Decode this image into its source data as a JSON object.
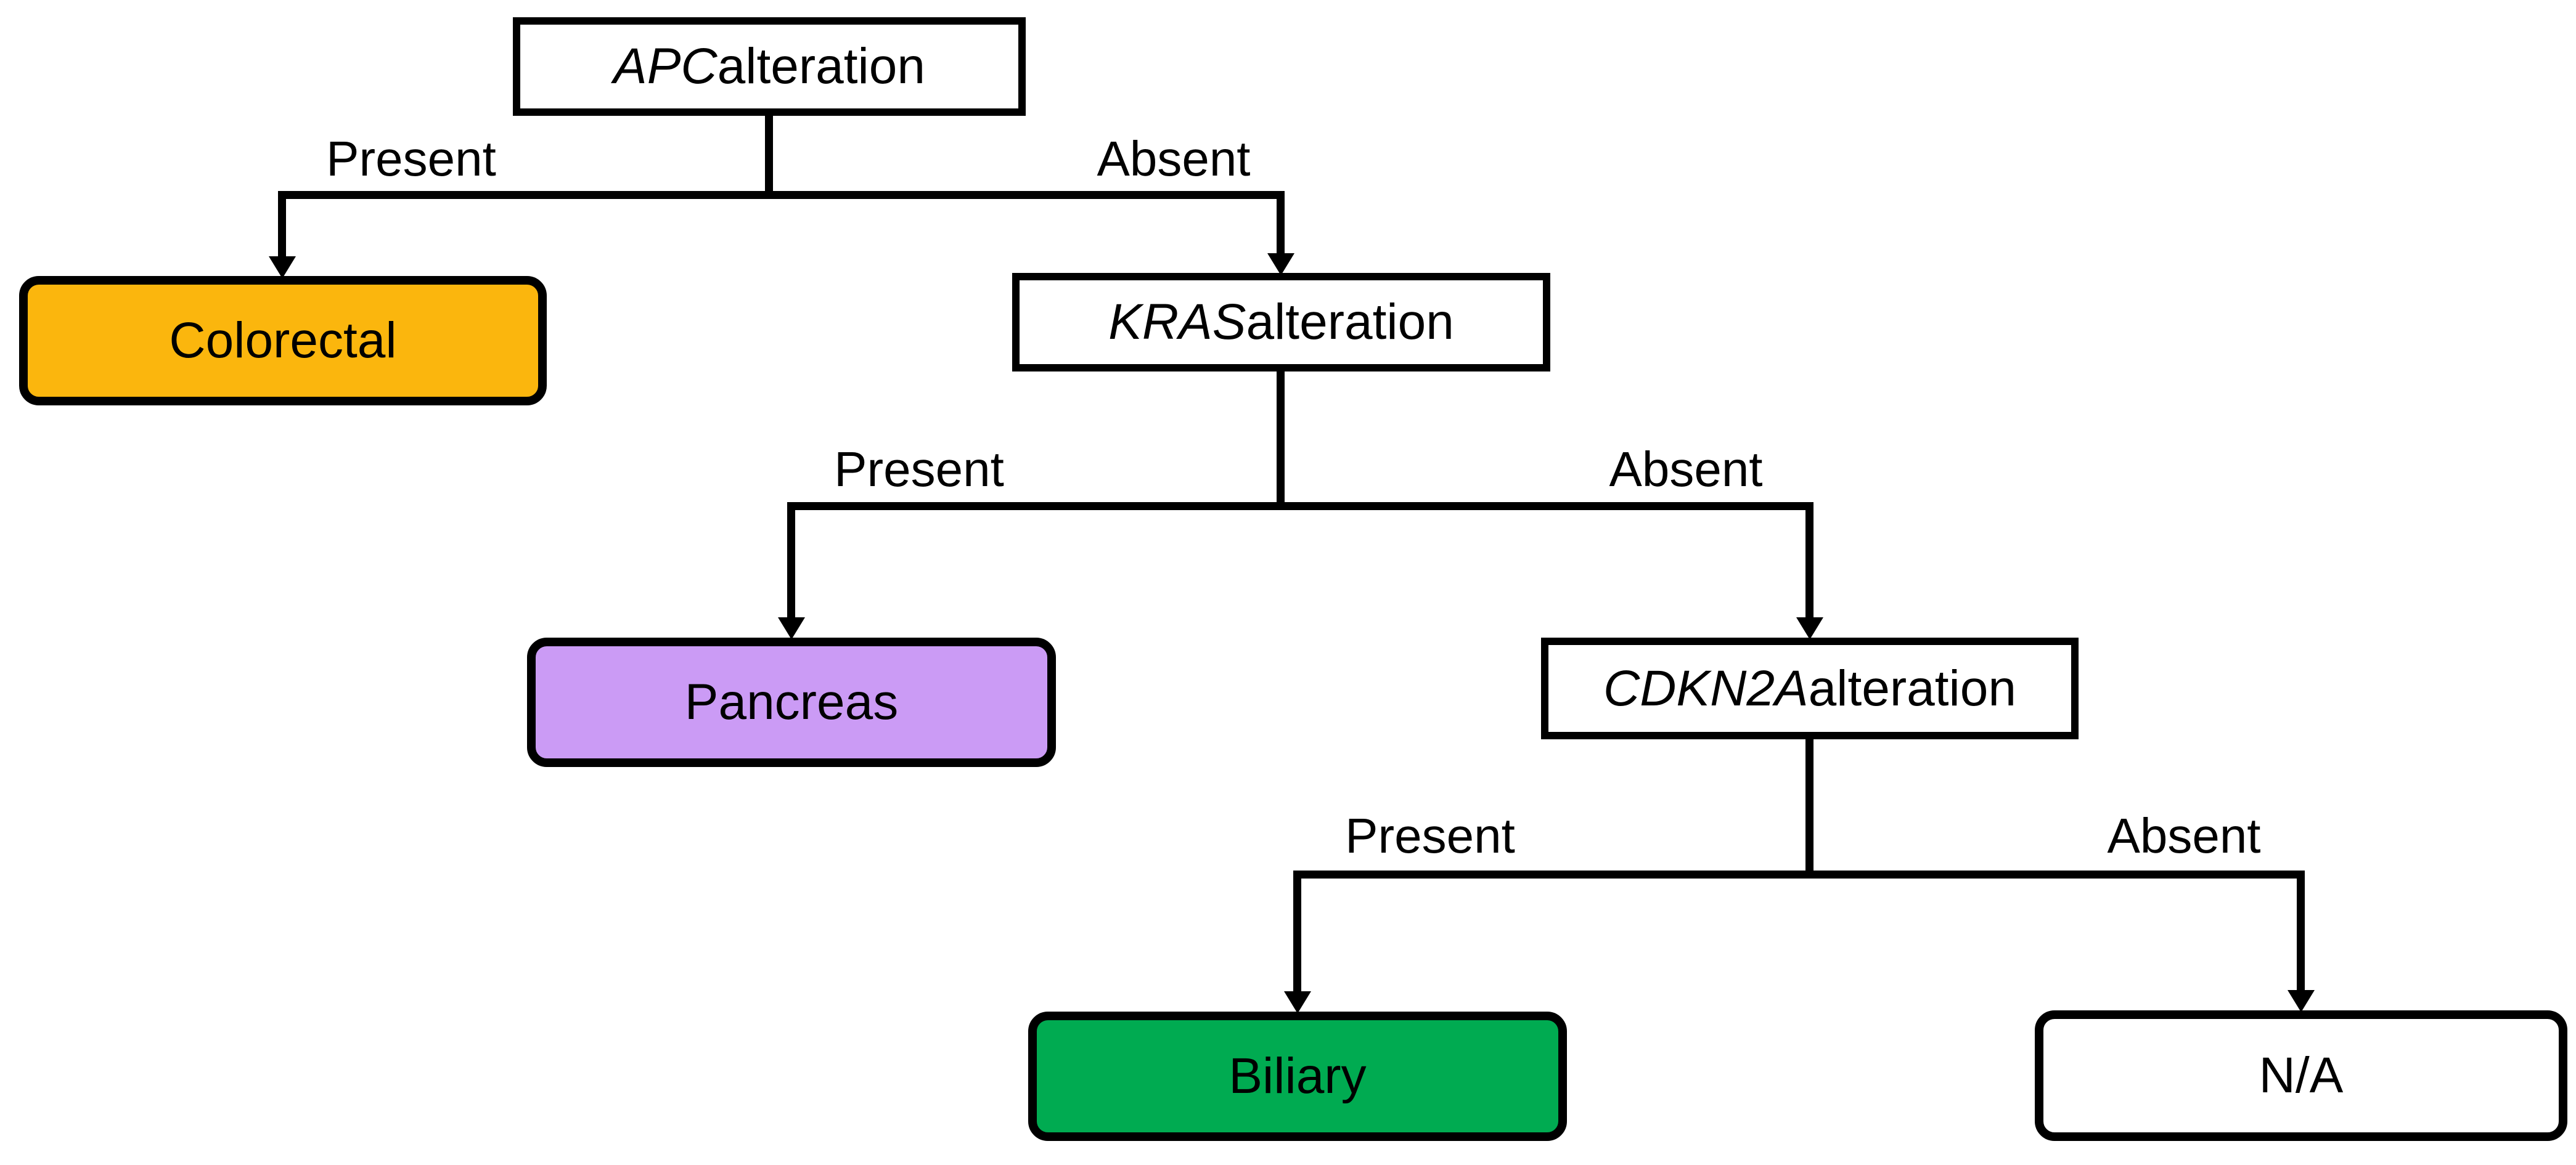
{
  "nodes": {
    "apc": {
      "gene": "APC",
      "suffix": " alteration"
    },
    "kras": {
      "gene": "KRAS",
      "suffix": " alteration"
    },
    "cdkn2a": {
      "gene": "CDKN2A",
      "suffix": " alteration"
    },
    "colorectal": {
      "label": "Colorectal",
      "fill": "#FBB60D"
    },
    "pancreas": {
      "label": "Pancreas",
      "fill": "#CB9BF5"
    },
    "biliary": {
      "label": "Biliary",
      "fill": "#00AB51"
    },
    "na": {
      "label": "N/A",
      "fill": "#FFFFFF"
    }
  },
  "branch_labels": {
    "apc_present": "Present",
    "apc_absent": "Absent",
    "kras_present": "Present",
    "kras_absent": "Absent",
    "cdkn2a_present": "Present",
    "cdkn2a_absent": "Absent"
  },
  "colors": {
    "line": "#000000",
    "background": "#FFFFFF",
    "decision_fill": "#FFFFFF"
  }
}
